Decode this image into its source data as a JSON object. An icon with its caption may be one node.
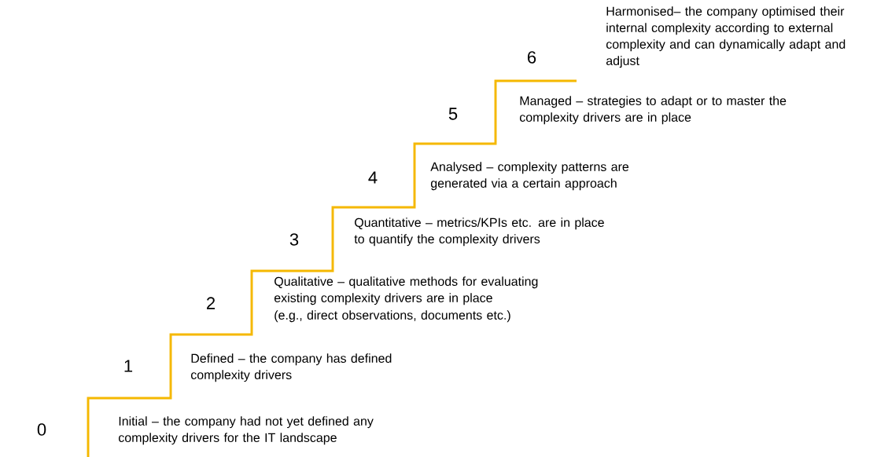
{
  "diagram": {
    "labels": [
      "0",
      "Initial – the company had not yet defined any complexity drivers for the IT landscape",
      "1",
      "Defined – the company has defined complexity drivers",
      "2",
      "Qualitative – qualitative methods for evaluating existing complexity drivers are in place",
      "(e.g., direct observations, documents etc.)",
      "3",
      "Quantitative – metrics/KPIs etc. are in place to quantify the complexity drivers",
      "4",
      "Analysed – complexity patterns are generated via a certain approach",
      "5",
      "Managed – strategies to adapt or to master the complexity drivers are in place",
      "6",
      "Harmonised– the company optimised their internal complexity according to external complexity and can dynamically adapt and adjust"
    ]
  }
}
